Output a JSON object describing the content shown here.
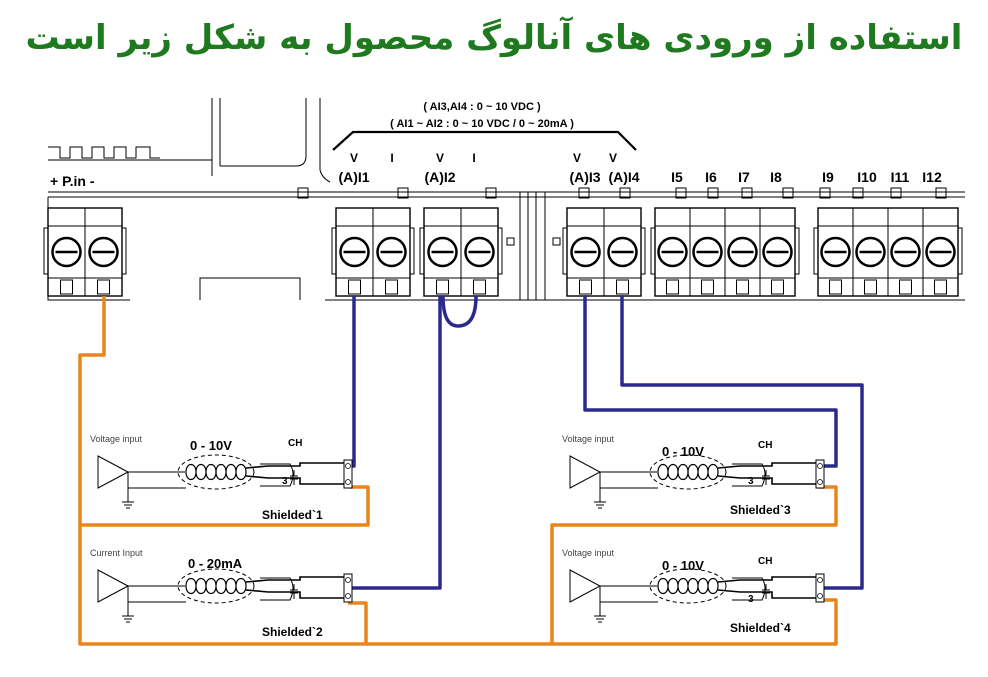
{
  "title": "استفاده از ورودی های آنالوگ محصول به شکل زیر است",
  "ranges": {
    "ai34": "( AI3,AI4 : 0 ~ 10 VDC )",
    "ai12": "( AI1 ~ AI2 : 0 ~ 10 VDC / 0 ~ 20mA )"
  },
  "power_label": "+ P.in -",
  "vi_labels": [
    "V",
    "I",
    "V",
    "I",
    "V",
    "V"
  ],
  "terminals": [
    "(A)I1",
    "(A)I2",
    "(A)I3",
    "(A)I4",
    "I5",
    "I6",
    "I7",
    "I8",
    "I9",
    "I10",
    "I11",
    "I12"
  ],
  "sensors": [
    {
      "input": "Voltage input",
      "range": "0 - 10V",
      "ch": "CH",
      "num": "3",
      "shield": "Shielded`1"
    },
    {
      "input": "Current Input",
      "range": "0 - 20mA",
      "ch": "",
      "num": "",
      "shield": "Shielded`2"
    },
    {
      "input": "Voltage input",
      "range": "0 - 10V",
      "ch": "CH",
      "num": "3",
      "shield": "Shielded`3"
    },
    {
      "input": "Voltage input",
      "range": "0 - 10V",
      "ch": "CH",
      "num": "3",
      "shield": "Shielded`4"
    }
  ],
  "colors": {
    "title": "#1f7a1f",
    "signal_wire": "#2b2a8c",
    "ground_wire": "#e8861c",
    "line": "#000000"
  }
}
